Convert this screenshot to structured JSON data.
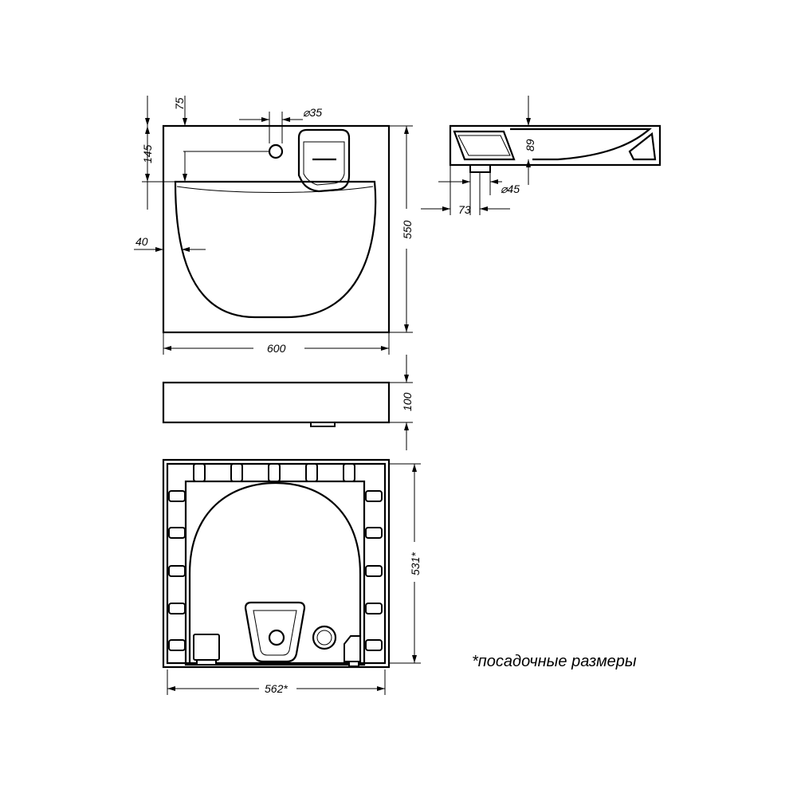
{
  "diagram": {
    "note": "*посадочные размеры",
    "top_view": {
      "dimensions": {
        "offset_top": "75",
        "tap_hole_diameter": "⌀35",
        "depth_to_bowl": "145",
        "side_offset": "40",
        "depth": "550",
        "width": "600"
      }
    },
    "side_view": {
      "dimensions": {
        "inner_depth": "89",
        "drain_diameter": "⌀45",
        "drain_offset": "73"
      }
    },
    "front_view": {
      "dimensions": {
        "height": "100"
      }
    },
    "bottom_view": {
      "dimensions": {
        "mount_depth": "531*",
        "mount_width": "562*"
      }
    }
  }
}
